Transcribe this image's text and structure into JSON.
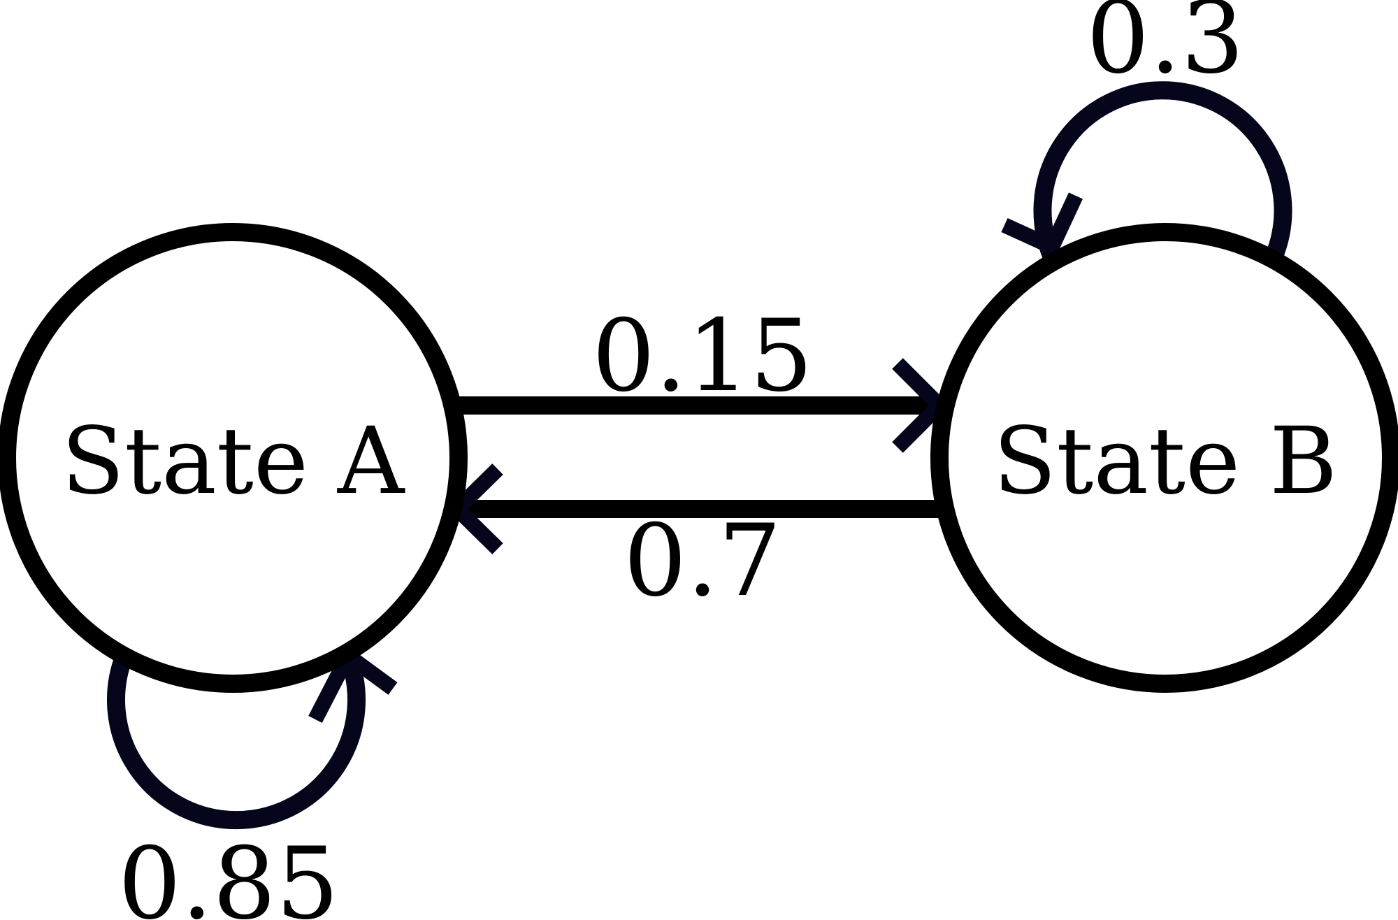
{
  "diagram": {
    "type": "state-transition-diagram",
    "states": [
      {
        "id": "A",
        "label": "State A"
      },
      {
        "id": "B",
        "label": "State B"
      }
    ],
    "transitions": [
      {
        "from": "A",
        "to": "B",
        "label": "0.15"
      },
      {
        "from": "B",
        "to": "A",
        "label": "0.7"
      },
      {
        "from": "B",
        "to": "B",
        "label": "0.3"
      },
      {
        "from": "A",
        "to": "A",
        "label": "0.85"
      }
    ],
    "colors": {
      "stroke": "#000000",
      "arrow": "#05051c",
      "node_fill": "#ffffff",
      "background": "#ffffff"
    }
  }
}
